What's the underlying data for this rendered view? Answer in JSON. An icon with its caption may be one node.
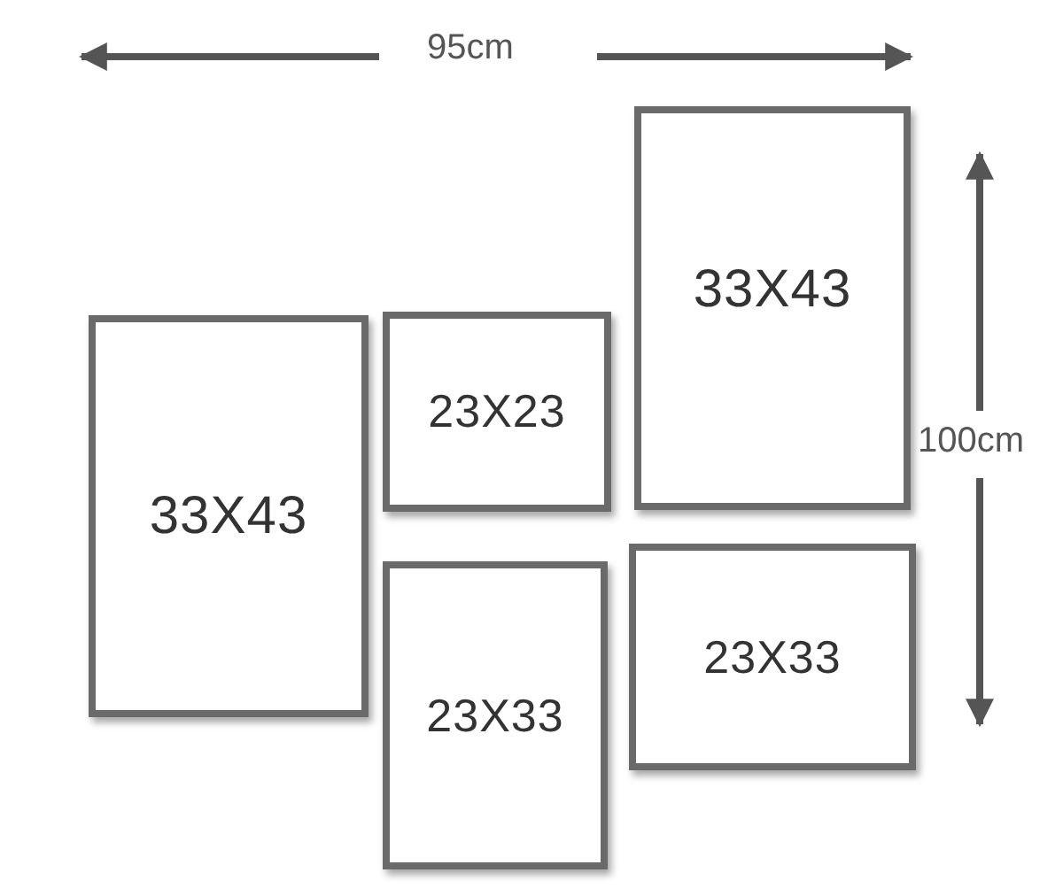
{
  "diagram": {
    "nodes": [
      {
        "text": [
          "33X43"
        ]
      },
      {
        "text": [
          "23X23"
        ]
      },
      {
        "text": [
          "23X33"
        ]
      },
      {
        "text": [
          "33X43"
        ]
      },
      {
        "text": [
          "23X33"
        ]
      }
    ],
    "labels": [
      "95cm",
      "100cm"
    ]
  }
}
